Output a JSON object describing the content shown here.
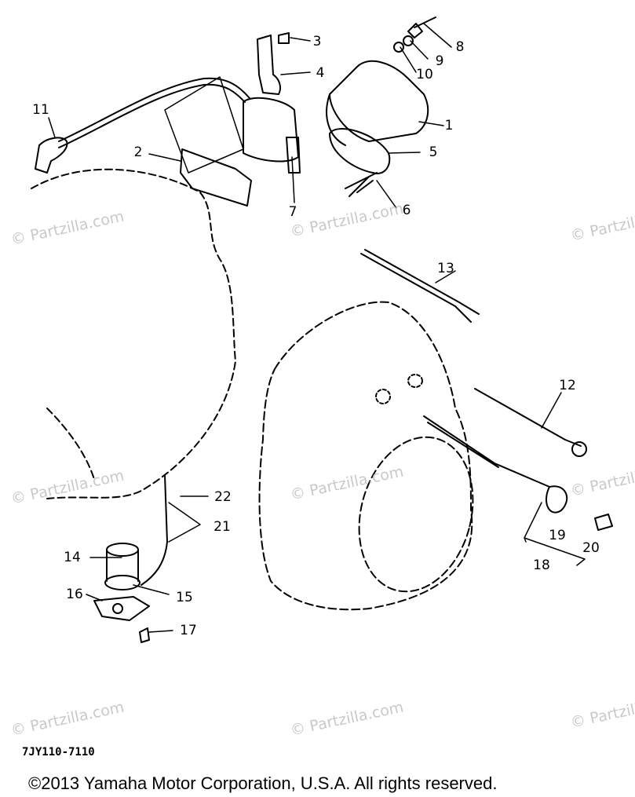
{
  "watermark": "© Partzilla.com",
  "diagram_code": "7JY110-7110",
  "copyright": "©2013  Yamaha Motor Corporation, U.S.A. All rights reserved.",
  "callouts": [
    "1",
    "2",
    "3",
    "4",
    "5",
    "6",
    "7",
    "8",
    "9",
    "10",
    "11",
    "12",
    "13",
    "14",
    "15",
    "16",
    "17",
    "18",
    "19",
    "20",
    "21",
    "22"
  ]
}
